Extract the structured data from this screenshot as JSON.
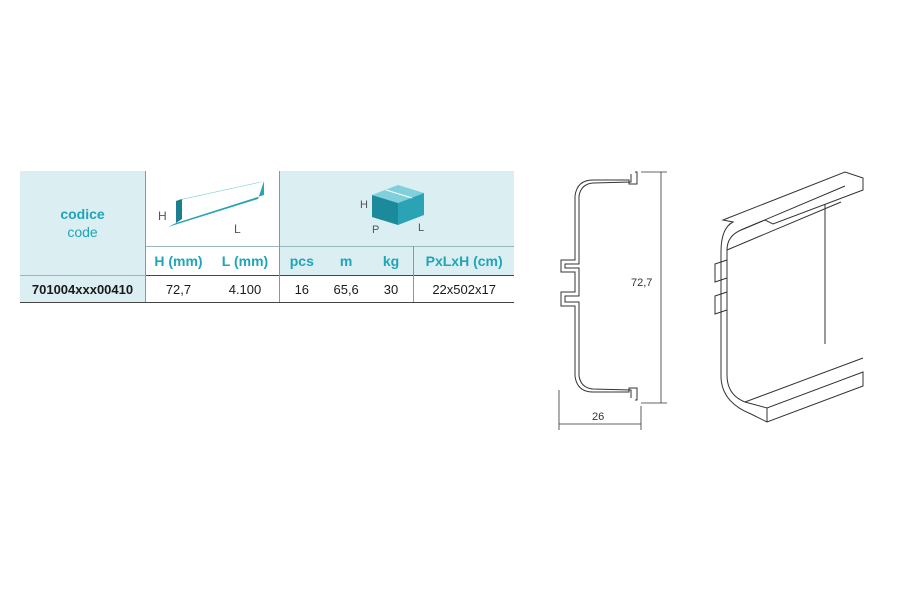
{
  "table": {
    "code_label_it": "codice",
    "code_label_en": "code",
    "profile_icon": {
      "h": "H",
      "l": "L"
    },
    "box_icon": {
      "h": "H",
      "p": "P",
      "l": "L"
    },
    "columns": [
      "H (mm)",
      "L (mm)",
      "pcs",
      "m",
      "kg",
      "PxLxH (cm)"
    ],
    "rows": [
      {
        "code": "701004xxx00410",
        "values": [
          "72,7",
          "4.100",
          "16",
          "65,6",
          "30",
          "22x502x17"
        ]
      }
    ]
  },
  "drawing": {
    "height_dim": "72,7",
    "width_dim": "26"
  },
  "colors": {
    "accent": "#1fa5b8",
    "header_bg": "#dbeef2",
    "teal_icon": "#2aa3b5"
  }
}
